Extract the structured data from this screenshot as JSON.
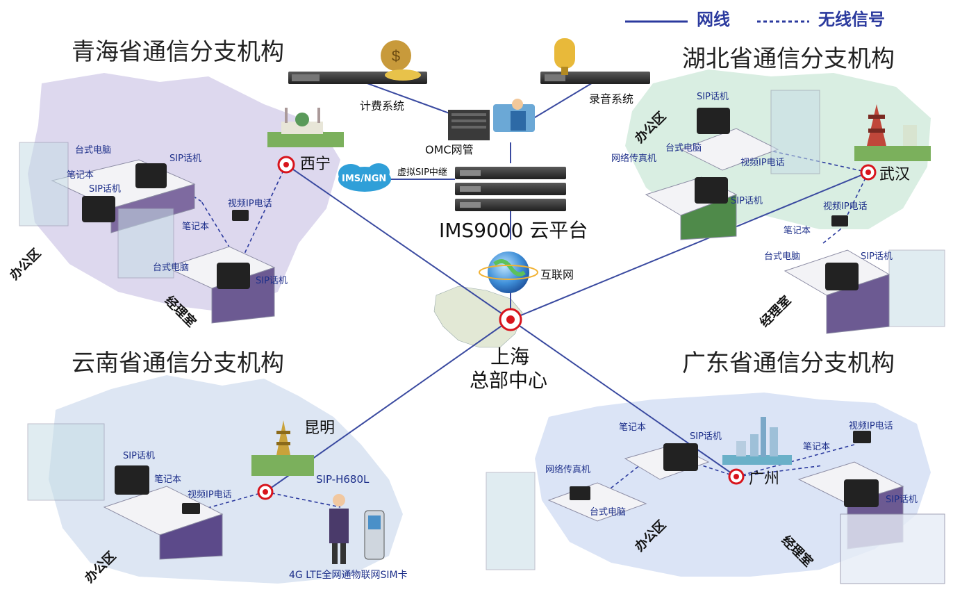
{
  "legend": {
    "wired": "网线",
    "wireless": "无线信号"
  },
  "regions": {
    "qinghai": "青海省通信分支机构",
    "hubei": "湖北省通信分支机构",
    "yunnan": "云南省通信分支机构",
    "guangdong": "广东省通信分支机构"
  },
  "cities": {
    "xining": "西宁",
    "wuhan": "武汉",
    "kunming": "昆明",
    "guangzhou": "广州",
    "shanghai_l1": "上海",
    "shanghai_l2": "总部中心"
  },
  "core": {
    "billing": "计费系统",
    "recording": "录音系统",
    "omc": "OMC网管",
    "ims_ngn": "IMS/NGN",
    "sip_trunk": "虚拟SIP中继",
    "cloud": "IMS9000 云平台",
    "internet": "互联网"
  },
  "labels": {
    "sip_phone": "SIP话机",
    "laptop": "笔记本",
    "desktop": "台式电脑",
    "video_phone": "视频IP电话",
    "fax": "网络传真机",
    "office": "办公区",
    "manager": "经理室",
    "sip_h680l": "SIP-H680L",
    "lte": "4G LTE全网通物联网SIM卡"
  },
  "colors": {
    "link": "#3a4aa0",
    "node": "#d8141c",
    "legend": "#2b3a9e"
  }
}
